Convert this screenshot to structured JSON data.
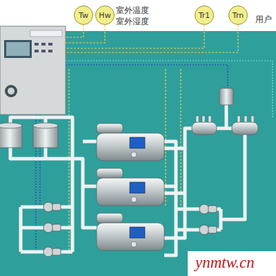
{
  "diagram": {
    "nodes": [
      {
        "text": [
          "Tw"
        ]
      },
      {
        "text": [
          "Hw"
        ]
      },
      {
        "text": [
          "Tr1"
        ]
      },
      {
        "text": [
          "Trn"
        ]
      }
    ],
    "labels": [
      "室外温度",
      "室外湿度",
      "用户",
      "ynmtw.cn"
    ]
  }
}
